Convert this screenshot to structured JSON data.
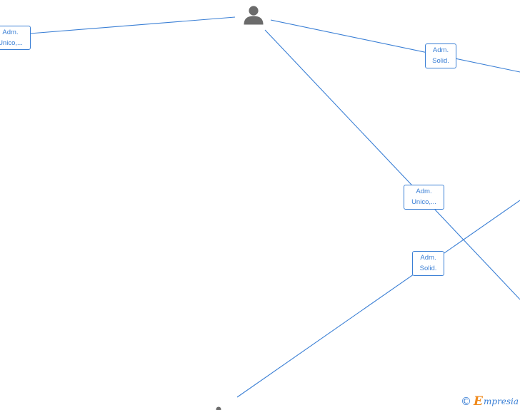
{
  "graph": {
    "edge_color": "#3a7fd5",
    "node_icon": "person-icon",
    "node_icon_color": "#6b6b6b",
    "roles": [
      {
        "line1": "Adm.",
        "line2": "Unico,..."
      },
      {
        "line1": "Adm.",
        "line2": "Solid."
      },
      {
        "line1": "Adm.",
        "line2": "Unico,..."
      },
      {
        "line1": "Adm.",
        "line2": "Solid."
      }
    ]
  },
  "watermark": {
    "symbol": "©",
    "brand_initial": "E",
    "brand_rest": "mpresia",
    "brand_accent": "#f08a1c"
  }
}
